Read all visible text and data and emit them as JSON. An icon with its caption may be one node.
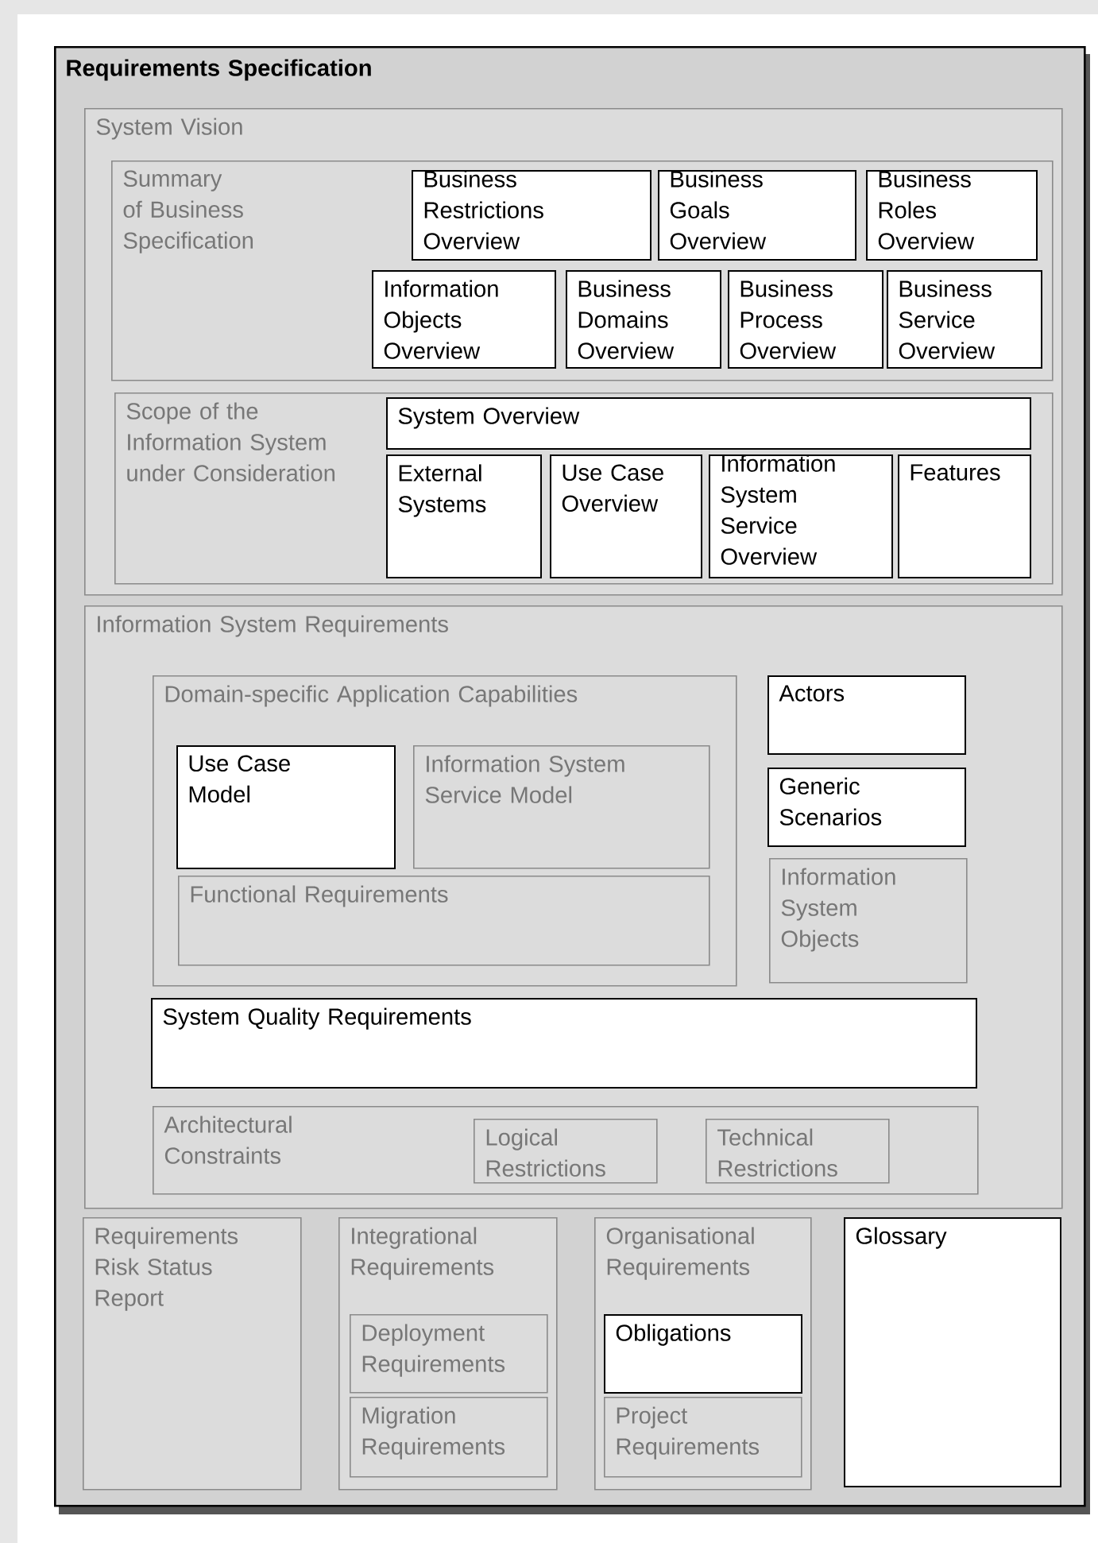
{
  "diagram": {
    "nodes": [
      {
        "text": [
          "Requirements Specification"
        ]
      },
      {
        "text": [
          "System Vision"
        ],
        "in": 0
      },
      {
        "text": [
          "Summary of Business Specification"
        ],
        "in": 1
      },
      {
        "text": [
          "Business Restrictions Overview"
        ],
        "in": 2
      },
      {
        "text": [
          "Business Goals Overview"
        ],
        "in": 2
      },
      {
        "text": [
          "Business Roles Overview"
        ],
        "in": 2
      },
      {
        "text": [
          "Information Objects Overview"
        ],
        "in": 2
      },
      {
        "text": [
          "Business Domains Overview"
        ],
        "in": 2
      },
      {
        "text": [
          "Business Process Overview"
        ],
        "in": 2
      },
      {
        "text": [
          "Business Service Overview"
        ],
        "in": 2
      },
      {
        "text": [
          "Scope of the Information System under Consideration"
        ],
        "in": 1
      },
      {
        "text": [
          "System Overview"
        ],
        "in": 10
      },
      {
        "text": [
          "External Systems"
        ],
        "in": 10
      },
      {
        "text": [
          "Use Case Overview"
        ],
        "in": 10
      },
      {
        "text": [
          "Information System Service Overview"
        ],
        "in": 10
      },
      {
        "text": [
          "Features"
        ],
        "in": 10
      },
      {
        "text": [
          "Information System Requirements"
        ],
        "in": 0
      },
      {
        "text": [
          "Domain-specific Application Capabilities"
        ],
        "in": 16
      },
      {
        "text": [
          "Use Case Model"
        ],
        "in": 17
      },
      {
        "text": [
          "Information System Service Model"
        ],
        "in": 17
      },
      {
        "text": [
          "Functional Requirements"
        ],
        "in": 17
      },
      {
        "text": [
          "Actors"
        ],
        "in": 16
      },
      {
        "text": [
          "Generic Scenarios"
        ],
        "in": 16
      },
      {
        "text": [
          "Information System Objects"
        ],
        "in": 16
      },
      {
        "text": [
          "System Quality Requirements"
        ],
        "in": 16
      },
      {
        "text": [
          "Architectural Constraints"
        ],
        "in": 16
      },
      {
        "text": [
          "Logical Restrictions"
        ],
        "in": 25
      },
      {
        "text": [
          "Technical Restrictions"
        ],
        "in": 25
      },
      {
        "text": [
          "Requirements Risk Status Report"
        ],
        "in": 0
      },
      {
        "text": [
          "Integrational Requirements"
        ],
        "in": 0
      },
      {
        "text": [
          "Deployment Requirements"
        ],
        "in": 29
      },
      {
        "text": [
          "Migration Requirements"
        ],
        "in": 29
      },
      {
        "text": [
          "Organisational Requirements"
        ],
        "in": 0
      },
      {
        "text": [
          "Obligations"
        ],
        "in": 32
      },
      {
        "text": [
          "Project Requirements"
        ],
        "in": 32
      },
      {
        "text": [
          "Glossary"
        ],
        "in": 0
      }
    ]
  }
}
